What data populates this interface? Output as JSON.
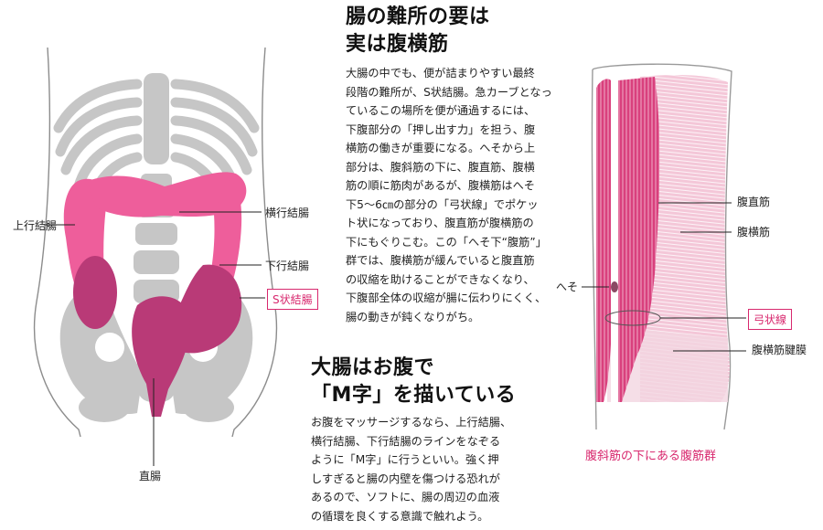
{
  "intro": {
    "heading_line1": "腸の難所の要は",
    "heading_line2": "実は腹横筋",
    "body_lines": [
      "大腸の中でも、便が詰まりやすい最終",
      "段階の難所が、S状結腸。急カーブとなっ",
      "ているこの場所を便が通過するには、",
      "下腹部分の「押し出す力」を担う、腹",
      "横筋の働きが重要になる。へそから上",
      "部分は、腹斜筋の下に、腹直筋、腹横",
      "筋の順に筋肉があるが、腹横筋はへそ",
      "下5～6㎝の部分の「弓状線」でポケッ",
      "ト状になっており、腹直筋が腹横筋の",
      "下にもぐりこむ。この「へそ下“腹筋”」",
      "群では、腹横筋が緩んでいると腹直筋",
      "の収縮を助けることができなくなり、",
      "下腹部全体の収縮が腸に伝わりにくく、",
      "腸の動きが鈍くなりがち。"
    ]
  },
  "massage": {
    "heading_line1": "大腸はお腹で",
    "heading_line2": "「M字」を描いている",
    "body_lines": [
      "お腹をマッサージするなら、上行結腸、",
      "横行結腸、下行結腸のラインをなぞる",
      "ように「M字」に行うといい。強く押",
      "しすぎると腸の内壁を傷つける恐れが",
      "あるので、ソフトに、腸の周辺の血液",
      "の循環を良くする意識で触れよう。"
    ]
  },
  "colon_figure": {
    "labels": {
      "ascending": "上行結腸",
      "transverse": "横行結腸",
      "descending": "下行結腸",
      "sigmoid": "S状結腸",
      "rectum": "直腸"
    },
    "colors": {
      "bone": "#c6c6c6",
      "colon": "#ee5e9b",
      "colon_dark": "#b93a77",
      "accent": "#d8286e"
    }
  },
  "muscle_figure": {
    "labels": {
      "rectus": "腹直筋",
      "transversus": "腹横筋",
      "navel": "へそ",
      "arcuate_line": "弓状線",
      "aponeurosis": "腹横筋腱膜"
    },
    "caption": "腹斜筋の下にある腹筋群",
    "colors": {
      "rectus": "#d9407d",
      "transversus": "#f4c7d8",
      "skin_line": "#9a9a9a",
      "accent": "#d8286e"
    }
  }
}
